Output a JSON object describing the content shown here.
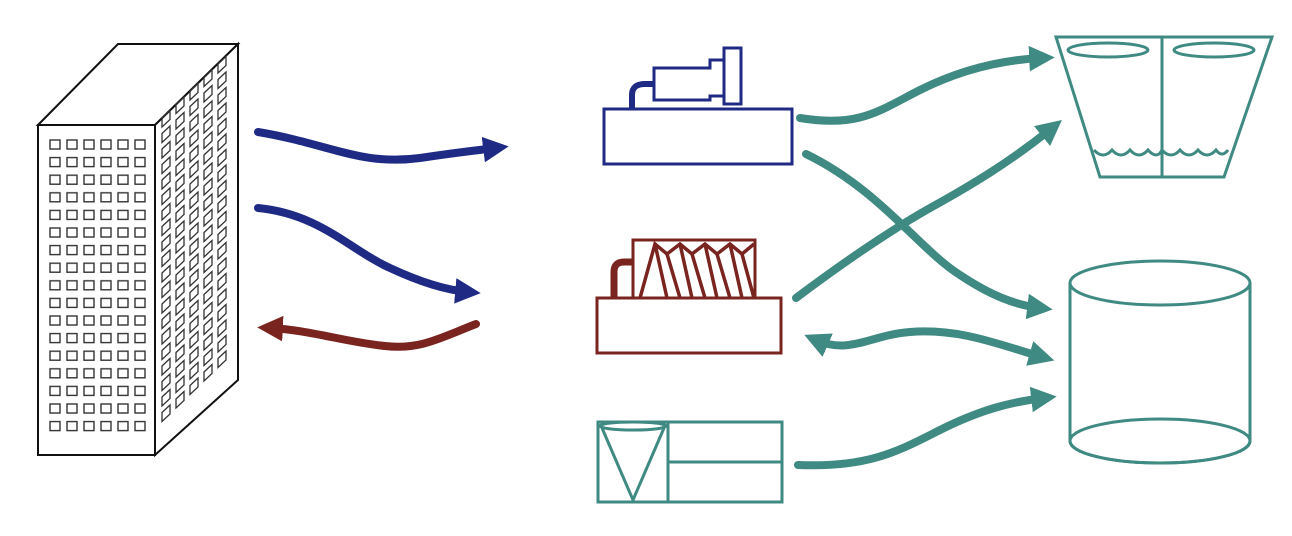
{
  "diagram": {
    "components": [
      {
        "id": "building",
        "icon": "office-building-icon"
      },
      {
        "id": "chiller",
        "icon": "centrifugal-chiller-icon"
      },
      {
        "id": "heat-pump",
        "icon": "screw-heat-pump-icon"
      },
      {
        "id": "heat-exchanger",
        "icon": "plate-heat-exchanger-icon"
      },
      {
        "id": "cooling-tower",
        "icon": "cooling-tower-icon"
      },
      {
        "id": "storage-tank",
        "icon": "thermal-storage-tank-icon"
      }
    ],
    "flows": [
      {
        "from": "building",
        "to": "chiller",
        "color": "#1f2a85"
      },
      {
        "from": "building",
        "to": "heat-pump",
        "color": "#1f2a85"
      },
      {
        "from": "heat-pump",
        "to": "building",
        "color": "#7a2420"
      },
      {
        "from": "chiller",
        "to": "cooling-tower",
        "color": "#3f8a82"
      },
      {
        "from": "chiller",
        "to": "storage-tank",
        "color": "#3f8a82"
      },
      {
        "from": "heat-pump",
        "to": "cooling-tower",
        "color": "#3f8a82"
      },
      {
        "from": "heat-pump",
        "to": "storage-tank",
        "color": "#3f8a82",
        "bidirectional": true
      },
      {
        "from": "heat-exchanger",
        "to": "storage-tank",
        "color": "#3f8a82"
      }
    ],
    "colors": {
      "chilled": "#1f2a85",
      "hot": "#7a2420",
      "condenser": "#3f8a82",
      "outline": "#222222"
    }
  }
}
